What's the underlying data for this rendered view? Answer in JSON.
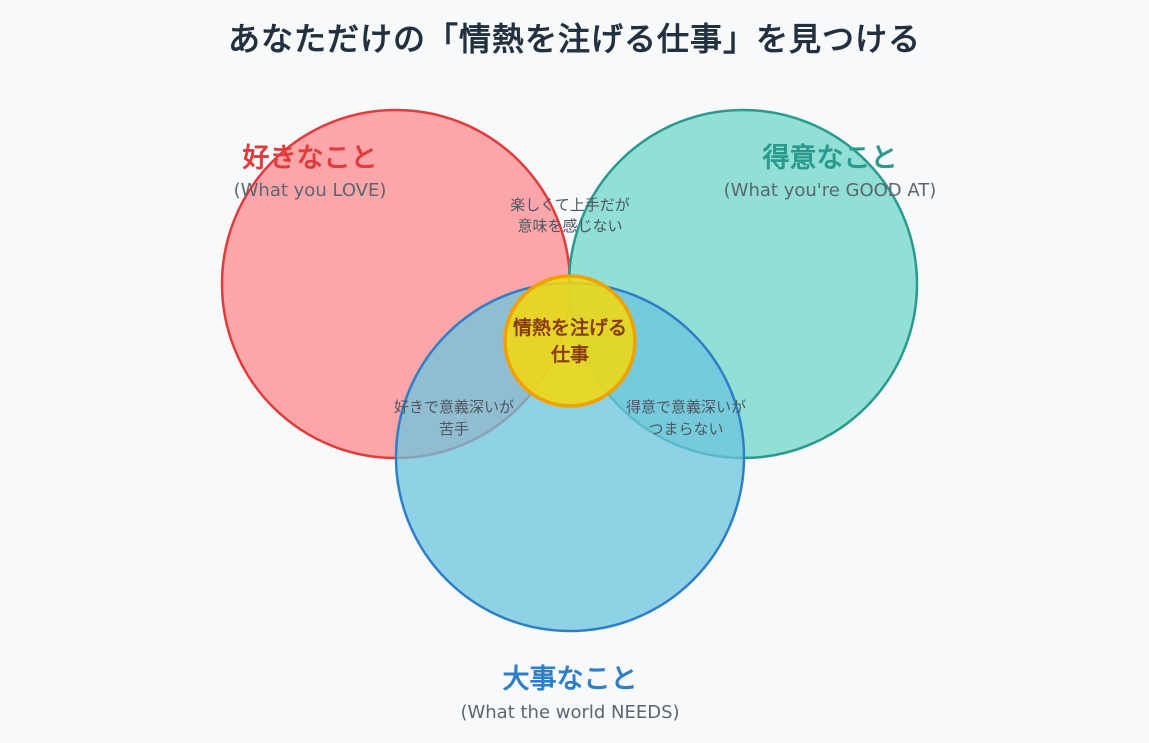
{
  "title": "あなただけの「情熱を注げる仕事」を見つける",
  "sets": {
    "love": {
      "title": "好きなこと",
      "subtitle": "(What you LOVE)",
      "color": "#e03c3c",
      "fill": "#ff8a8e"
    },
    "good": {
      "title": "得意なこと",
      "subtitle": "(What you're GOOD AT)",
      "color": "#2a9a8e",
      "fill": "#6fd6c8"
    },
    "needs": {
      "title": "大事なこと",
      "subtitle": "(What the world NEEDS)",
      "color": "#2d7fc8",
      "fill": "#6cc4de"
    }
  },
  "overlaps": {
    "love_good": {
      "line1": "楽しくて上手だが",
      "line2": "意味を感じない"
    },
    "love_needs": {
      "line1": "好きで意義深いが",
      "line2": "苦手"
    },
    "good_needs": {
      "line1": "得意で意義深いが",
      "line2": "つまらない"
    }
  },
  "center": {
    "line1": "情熱を注げる",
    "line2": "仕事",
    "fill": "#f5d90a",
    "stroke": "#f0a000",
    "text_color": "#8a3b0c"
  }
}
